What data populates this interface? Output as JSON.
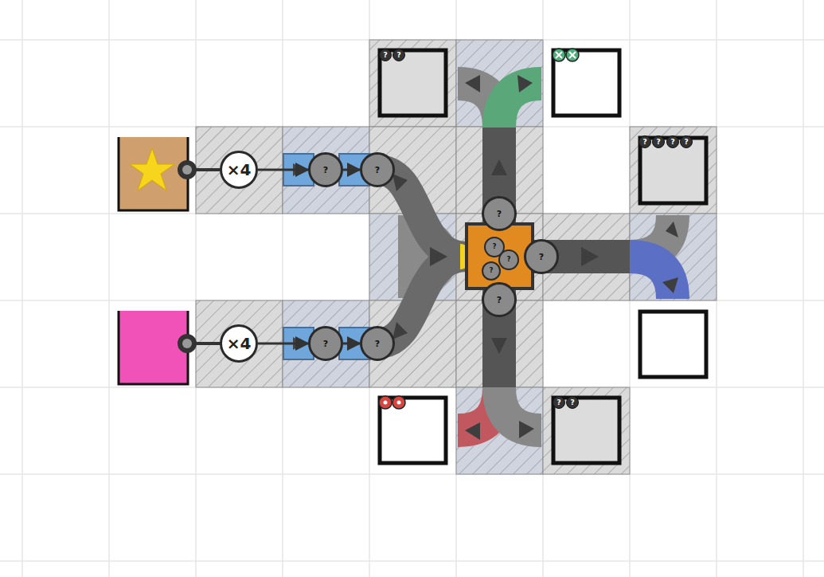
{
  "diagram": {
    "nodes": [
      {
        "text": [
          "×4"
        ]
      },
      {
        "text": [
          "?"
        ]
      },
      {
        "text": [
          "?"
        ]
      },
      {
        "text": [
          "×4"
        ]
      },
      {
        "text": [
          "?"
        ]
      },
      {
        "text": [
          "?"
        ]
      },
      {
        "text": [
          "?"
        ]
      },
      {
        "text": [
          "?"
        ]
      },
      {
        "text": [
          "?"
        ]
      },
      {
        "text": [
          "?"
        ]
      },
      {
        "text": [
          "?"
        ]
      },
      {
        "text": [
          "?"
        ]
      }
    ],
    "edges": [
      {
        "from": 0,
        "to": 1,
        "arrow": "to"
      },
      {
        "from": 1,
        "to": 2,
        "arrow": "to"
      },
      {
        "from": 3,
        "to": 4,
        "arrow": "to"
      },
      {
        "from": 4,
        "to": 5,
        "arrow": "to"
      }
    ],
    "labels": [
      "?",
      "?",
      "?",
      "?",
      "?",
      "?",
      "?",
      "?"
    ]
  }
}
